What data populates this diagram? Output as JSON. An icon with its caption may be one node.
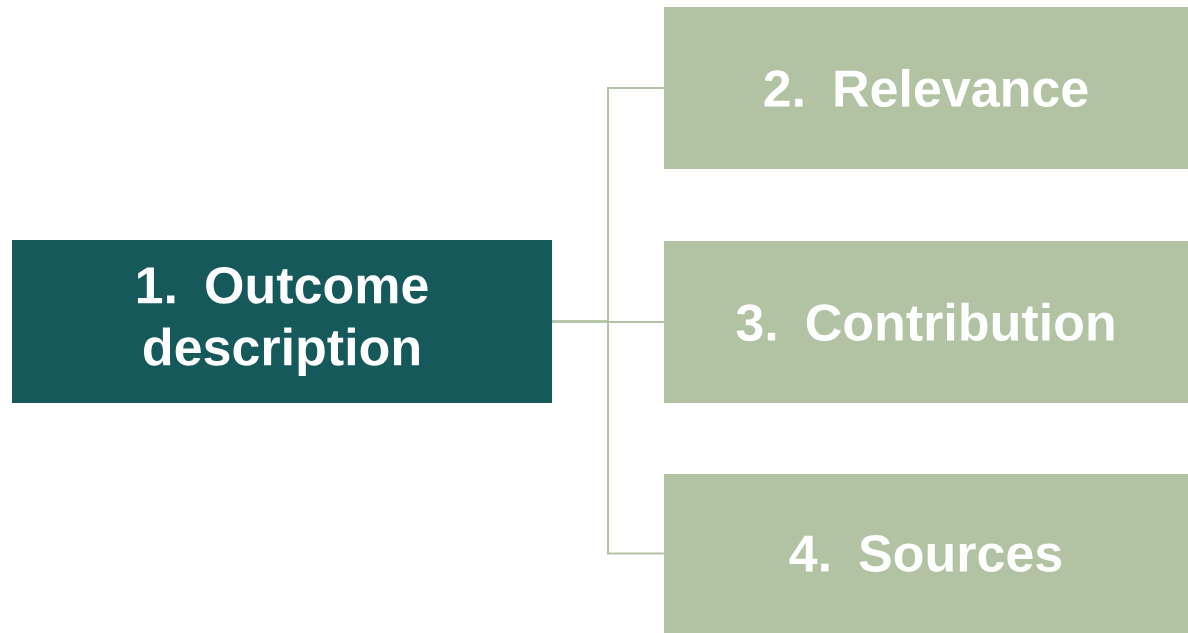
{
  "diagram": {
    "nodes": [
      {
        "text": [
          "1. Outcome description"
        ]
      },
      {
        "text": [
          "2. Relevance"
        ]
      },
      {
        "text": [
          "3. Contribution"
        ]
      },
      {
        "text": [
          "4. Sources"
        ]
      }
    ],
    "edges": [
      {
        "from": 0,
        "to": 1,
        "arrow": "none"
      },
      {
        "from": 0,
        "to": 2,
        "arrow": "none"
      },
      {
        "from": 0,
        "to": 3,
        "arrow": "none"
      }
    ]
  }
}
